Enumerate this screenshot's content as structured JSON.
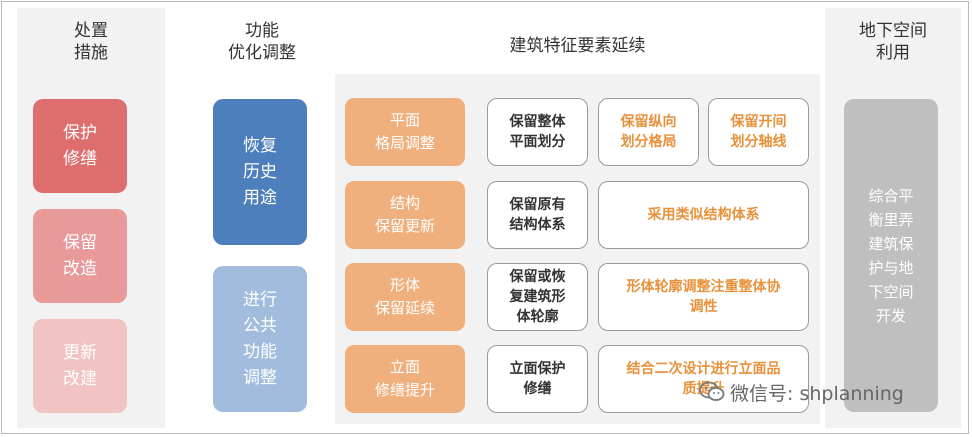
{
  "columns": {
    "measures_title": "处置\n措施",
    "function_title": "功能\n优化调整",
    "features_title": "建筑特征要素延续",
    "underground_title": "地下空间\n利用"
  },
  "measures": [
    {
      "label": "保护\n修缮",
      "color": "#dd6e6d"
    },
    {
      "label": "保留\n改造",
      "color": "#e8999a"
    },
    {
      "label": "更新\n改建",
      "color": "#f2c3c3"
    }
  ],
  "functions": [
    {
      "label": "恢复\n历史\n用途",
      "color": "#4e7fbd"
    },
    {
      "label": "进行\n公共\n功能\n调整",
      "color": "#a1bcdd"
    }
  ],
  "features": [
    {
      "label": "平面\n格局调整",
      "items": [
        "保留整体\n平面划分",
        "保留纵向\n划分格局",
        "保留开间\n划分轴线"
      ]
    },
    {
      "label": "结构\n保留更新",
      "items": [
        "保留原有\n结构体系",
        "采用类似结构体系"
      ]
    },
    {
      "label": "形体\n保留延续",
      "items": [
        "保留或恢\n复建筑形\n体轮廓",
        "形体轮廓调整注重整体协\n调性"
      ]
    },
    {
      "label": "立面\n修缮提升",
      "items": [
        "立面保护\n修缮",
        "结合二次设计进行立面品\n质提升"
      ]
    }
  ],
  "underground": {
    "label": "综合平\n衡里弄\n建筑保\n护与地\n下空间\n开发",
    "color": "#bfbfbf"
  },
  "watermark": {
    "text": "微信号: shplanning",
    "icon": "wechat-icon"
  }
}
